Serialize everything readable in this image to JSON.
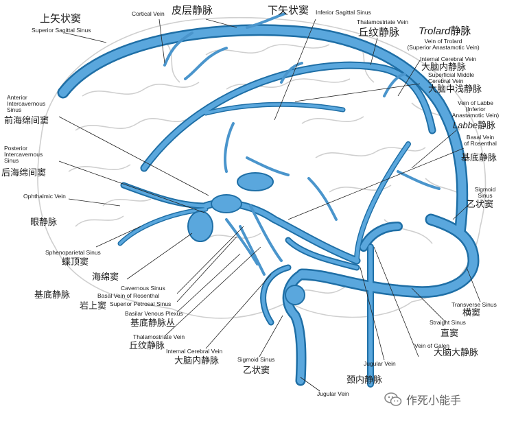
{
  "labels": {
    "superior_sagittal_sinus": {
      "zh": "上矢状窦",
      "en": "Superior Sagittal Sinus"
    },
    "cortical_vein": {
      "en": "Cortical Vein",
      "zh": "皮层静脉"
    },
    "inferior_sagittal_sinus": {
      "zh": "下矢状窦",
      "en": "Inferior Sagittal Sinus"
    },
    "thalamostriate_vein_top": {
      "en": "Thalamostriate Vein",
      "zh": "丘纹静脉"
    },
    "vein_of_trolard": {
      "zh_prefix": "Trolard",
      "zh": "静脉",
      "en1": "Vein of Trolard",
      "en2": "(Superior Anastamotic Vein)"
    },
    "internal_cerebral_vein_top": {
      "en": "Internal Cerebral Vein",
      "zh": "大脑内静脉"
    },
    "superficial_middle_cerebral_vein": {
      "en1": "Superficial Middle",
      "en2": "Cerebral Vein",
      "zh": "大脑中浅静脉"
    },
    "vein_of_labbe": {
      "en1": "Vein of Labbe",
      "en2": "(Inferior",
      "en3": "Anastamotic Vein)",
      "zh_prefix": "Labbe",
      "zh": "静脉"
    },
    "basal_vein_of_rosenthal_top": {
      "en1": "Basal Vein",
      "en2": "of Rosenthal",
      "zh": "基底静脉"
    },
    "anterior_intercavernous_sinus": {
      "en1": "Anterior",
      "en2": "Intercavernous",
      "en3": "Sinus",
      "zh": "前海绵间窦"
    },
    "posterior_intercavernous_sinus": {
      "en1": "Posterior",
      "en2": "Intercavernous",
      "en3": "Sinus",
      "zh": "后海绵间窦"
    },
    "ophthalmic_vein": {
      "en": "Ophthalmic Vein",
      "zh": "眼静脉"
    },
    "sphenoparietal_sinus": {
      "en": "Sphenoparietal Sinus",
      "zh": "蝶顶窦"
    },
    "cavernous_sinus": {
      "zh": "海绵窦",
      "en": "Cavernous Sinus"
    },
    "basal_vein_of_rosenthal_bottom": {
      "zh": "基底静脉",
      "en": "Basal Vein of Rosenthal"
    },
    "superior_petrosal_sinus": {
      "zh": "岩上窦",
      "en": "Superior Petrosal Sinus"
    },
    "basilar_venous_plexus": {
      "en": "Basilar Venous Plexus",
      "zh": "基底静脉丛"
    },
    "thalamostriate_vein_bottom": {
      "en": "Thalamostriate Vein",
      "zh": "丘纹静脉"
    },
    "internal_cerebral_vein_bottom": {
      "en": "Internal Cerebral Vein",
      "zh": "大脑内静脉"
    },
    "sigmoid_sinus_bottom": {
      "en": "Sigmoid Sinus",
      "zh": "乙状窦"
    },
    "jugular_vein_center": {
      "zh": "颈内静脉",
      "en": "Jugular Vein"
    },
    "jugular_vein_right": {
      "en": "Jugular Vein"
    },
    "vein_of_galen": {
      "en": "Vein of Galen",
      "zh": "大脑大静脉"
    },
    "straight_sinus": {
      "en": "Straight Sinus",
      "zh": "直窦"
    },
    "transverse_sinus": {
      "en": "Transverse Sinus",
      "zh": "横窦"
    },
    "sigmoid_sinus_right": {
      "en1": "Sigmoid",
      "en2": "Sinus",
      "zh": "乙状窦"
    }
  },
  "watermark": {
    "text": "作死小能手",
    "icon": "wechat-icon"
  },
  "colors": {
    "vein": "#5aa7dd",
    "vein_dark": "#1f6fa6",
    "brain_line": "#c9c9c9",
    "leader": "#222222"
  }
}
